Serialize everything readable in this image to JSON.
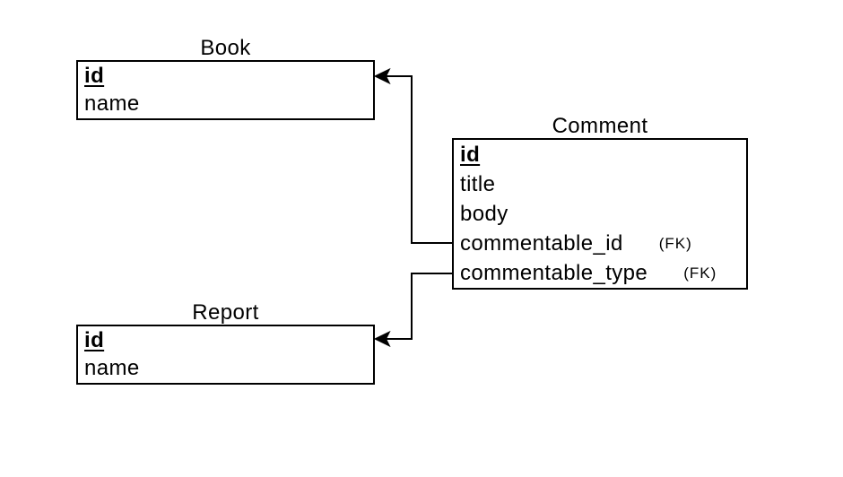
{
  "canvas": {
    "background": "#ffffff",
    "stroke_color": "#000000",
    "text_color": "#000000"
  },
  "entities": {
    "book": {
      "title": "Book",
      "fields": [
        {
          "name": "id",
          "pk": true
        },
        {
          "name": "name",
          "pk": false
        }
      ]
    },
    "comment": {
      "title": "Comment",
      "fields": [
        {
          "name": "id",
          "pk": true
        },
        {
          "name": "title",
          "pk": false
        },
        {
          "name": "body",
          "pk": false
        },
        {
          "name": "commentable_id",
          "pk": false,
          "fk": "(FK)"
        },
        {
          "name": "commentable_type",
          "pk": false,
          "fk": "(FK)"
        }
      ]
    },
    "report": {
      "title": "Report",
      "fields": [
        {
          "name": "id",
          "pk": true
        },
        {
          "name": "name",
          "pk": false
        }
      ]
    }
  },
  "relationships": [
    {
      "from": "Comment.commentable_id",
      "to": "Book.id",
      "arrowhead": "solid-block"
    },
    {
      "from": "Comment.commentable_type",
      "to": "Report.id",
      "arrowhead": "solid-block"
    }
  ]
}
